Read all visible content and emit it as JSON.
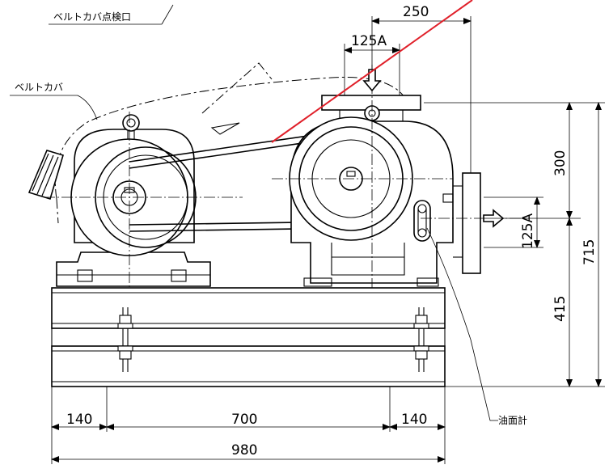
{
  "callouts": {
    "belt_cover_inspection": "ベルトカバ点検口",
    "belt_cover": "ベルトカバ",
    "oil_gauge": "油面計"
  },
  "dimensions": {
    "top_width": "250",
    "inlet_pipe": "125A",
    "outlet_pipe": "125A",
    "upper_height": "300",
    "lower_height": "415",
    "total_height": "715",
    "left_span": "140",
    "middle_span": "700",
    "right_span": "140",
    "total_width": "980"
  },
  "colors": {
    "line": "#000000",
    "red_mark": "#e0202a"
  }
}
